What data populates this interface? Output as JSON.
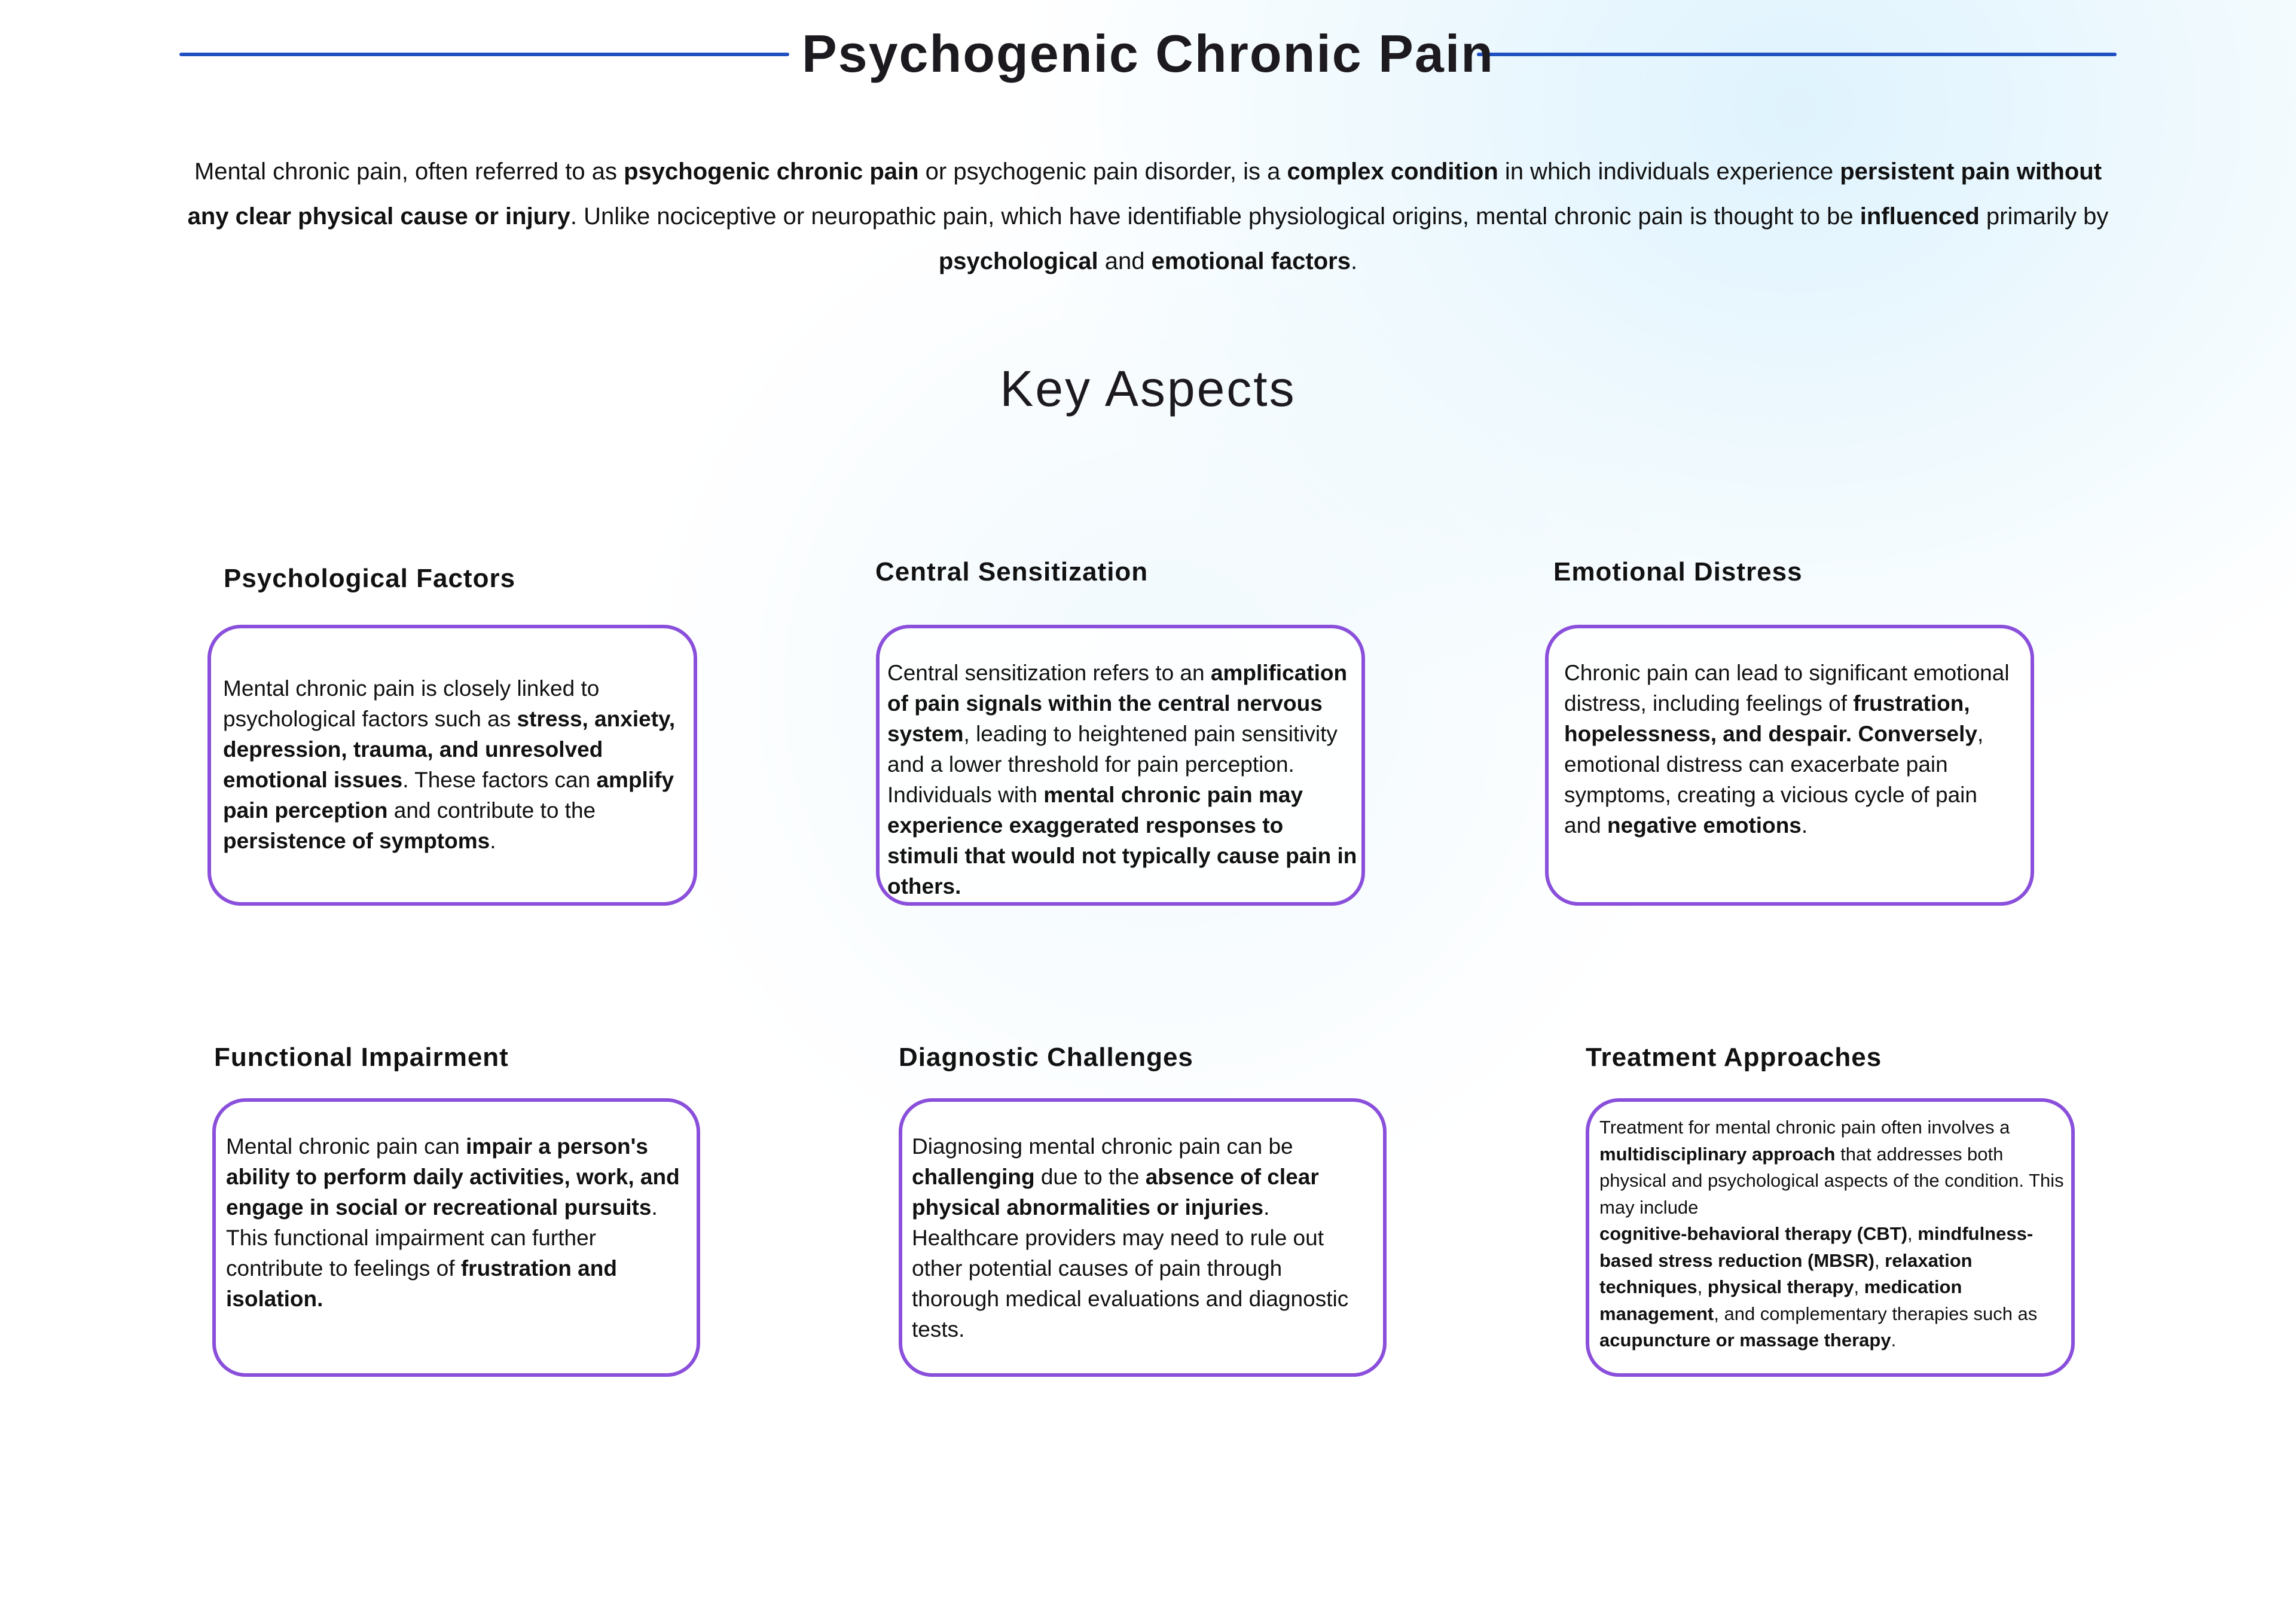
{
  "page": {
    "title": "Psychogenic Chronic Pain",
    "accent_line_color": "#2150c0",
    "card_border_color": "#8a4fdb"
  },
  "intro": {
    "segments": [
      {
        "t": "Mental chronic pain, often referred to as ",
        "b": false
      },
      {
        "t": "psychogenic chronic pain",
        "b": true
      },
      {
        "t": " or psychogenic pain disorder, is a ",
        "b": false
      },
      {
        "t": "complex condition",
        "b": true
      },
      {
        "t": " in which individuals experience ",
        "b": false
      },
      {
        "t": "persistent pain without any clear physical cause or injury",
        "b": true
      },
      {
        "t": ". Unlike nociceptive or neuropathic pain, which have identifiable physiological origins, mental chronic pain is thought to be ",
        "b": false
      },
      {
        "t": "influenced",
        "b": true
      },
      {
        "t": " primarily by ",
        "b": false
      },
      {
        "t": "psychological",
        "b": true
      },
      {
        "t": " and ",
        "b": false
      },
      {
        "t": "emotional factors",
        "b": true
      },
      {
        "t": ".",
        "b": false
      }
    ]
  },
  "key_aspects": {
    "heading": "Key Aspects",
    "items": [
      {
        "heading": "Psychological Factors",
        "segments": [
          {
            "t": "Mental chronic pain is closely linked to psychological factors such as ",
            "b": false
          },
          {
            "t": "stress, anxiety, depression, trauma, and unresolved emotional issues",
            "b": true
          },
          {
            "t": ". These factors can ",
            "b": false
          },
          {
            "t": "amplify pain perception",
            "b": true
          },
          {
            "t": " and contribute to the ",
            "b": false
          },
          {
            "t": "persistence of symptoms",
            "b": true
          },
          {
            "t": ".",
            "b": false
          }
        ]
      },
      {
        "heading": "Central Sensitization",
        "segments": [
          {
            "t": "Central sensitization refers to an ",
            "b": false
          },
          {
            "t": "amplification of pain signals within the central nervous system",
            "b": true
          },
          {
            "t": ", leading to heightened pain sensitivity and a lower threshold for pain perception. Individuals with ",
            "b": false
          },
          {
            "t": "mental chronic pain may experience exaggerated responses to stimuli that would not typically cause pain in others.",
            "b": true
          }
        ]
      },
      {
        "heading": "Emotional Distress",
        "segments": [
          {
            "t": "Chronic pain can lead to significant emotional distress, including feelings of ",
            "b": false
          },
          {
            "t": "frustration, hopelessness, and despair. Conversely",
            "b": true
          },
          {
            "t": ", emotional distress can exacerbate pain symptoms, creating a vicious cycle of pain and ",
            "b": false
          },
          {
            "t": "negative emotions",
            "b": true
          },
          {
            "t": ".",
            "b": false
          }
        ]
      },
      {
        "heading": "Functional Impairment",
        "segments": [
          {
            "t": "Mental chronic pain can ",
            "b": false
          },
          {
            "t": "impair a person's ability to perform daily activities, work, and engage in social or recreational pursuits",
            "b": true
          },
          {
            "t": ". This functional impairment can further contribute to feelings of ",
            "b": false
          },
          {
            "t": "frustration and isolation.",
            "b": true
          }
        ]
      },
      {
        "heading": "Diagnostic Challenges",
        "segments": [
          {
            "t": "Diagnosing mental chronic pain can be ",
            "b": false
          },
          {
            "t": "challenging",
            "b": true
          },
          {
            "t": " due to the ",
            "b": false
          },
          {
            "t": "absence of clear physical abnormalities or injuries",
            "b": true
          },
          {
            "t": ". Healthcare providers may need to rule out other potential causes of pain through thorough medical evaluations and diagnostic tests.",
            "b": false
          }
        ]
      },
      {
        "heading": "Treatment Approaches",
        "segments": [
          {
            "t": "Treatment for mental chronic pain often involves a ",
            "b": false
          },
          {
            "t": "multidisciplinary approach",
            "b": true
          },
          {
            "t": " that addresses both physical and psychological aspects of the condition. This may include",
            "b": false
          },
          {
            "t": "\n",
            "b": false
          },
          {
            "t": "cognitive-behavioral therapy (CBT)",
            "b": true
          },
          {
            "t": ", ",
            "b": false
          },
          {
            "t": "mindfulness-based stress reduction (MBSR)",
            "b": true
          },
          {
            "t": ", ",
            "b": false
          },
          {
            "t": "relaxation techniques",
            "b": true
          },
          {
            "t": ", ",
            "b": false
          },
          {
            "t": "physical therapy",
            "b": true
          },
          {
            "t": ", ",
            "b": false
          },
          {
            "t": "medication management",
            "b": true
          },
          {
            "t": ", and complementary therapies such as ",
            "b": false
          },
          {
            "t": "acupuncture or massage therapy",
            "b": true
          },
          {
            "t": ".",
            "b": false
          }
        ]
      }
    ]
  }
}
